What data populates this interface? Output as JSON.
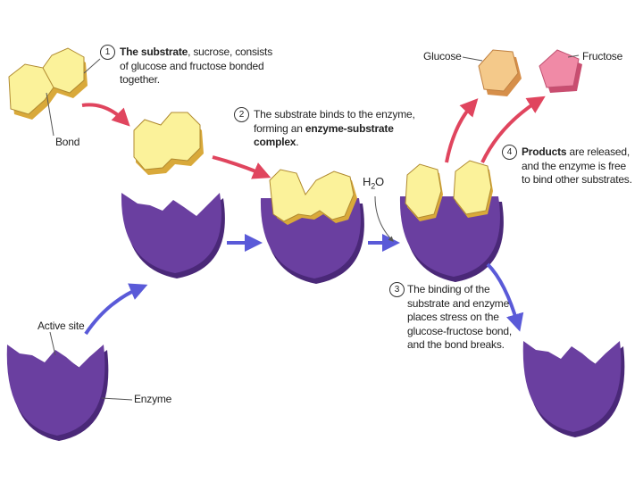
{
  "labels": {
    "bond": "Bond",
    "active_site": "Active site",
    "enzyme": "Enzyme",
    "glucose": "Glucose",
    "fructose": "Fructose",
    "water": "H",
    "water_sub": "2",
    "water_tail": "O"
  },
  "steps": [
    {
      "number": "1",
      "bold": "The substrate",
      "line1_rest": ", sucrose, consists",
      "line2": "of glucose and fructose bonded",
      "line3": "together."
    },
    {
      "number": "2",
      "line1": "The substrate binds to the enzyme,",
      "line2_pre": "forming an ",
      "line2_bold": "enzyme-substrate",
      "line3_bold": "complex",
      "line3_rest": "."
    },
    {
      "number": "3",
      "line1": "The binding of the",
      "line2": "substrate and enzyme",
      "line3": "places stress on the",
      "line4": "glucose-fructose bond,",
      "line5": "and the bond breaks."
    },
    {
      "number": "4",
      "bold": "Products",
      "line1_rest": " are released,",
      "line2": "and the enzyme is free",
      "line3": "to bind other substrates."
    }
  ],
  "colors": {
    "enzyme": "#6a3fa0",
    "enzyme_dark": "#4a2878",
    "substrate": "#fbf29a",
    "substrate_side": "#d9a93a",
    "glucose": "#f4c98a",
    "fructose": "#f08aa6",
    "red_arrow": "#e0455e",
    "blue_arrow": "#5a5ad8"
  }
}
